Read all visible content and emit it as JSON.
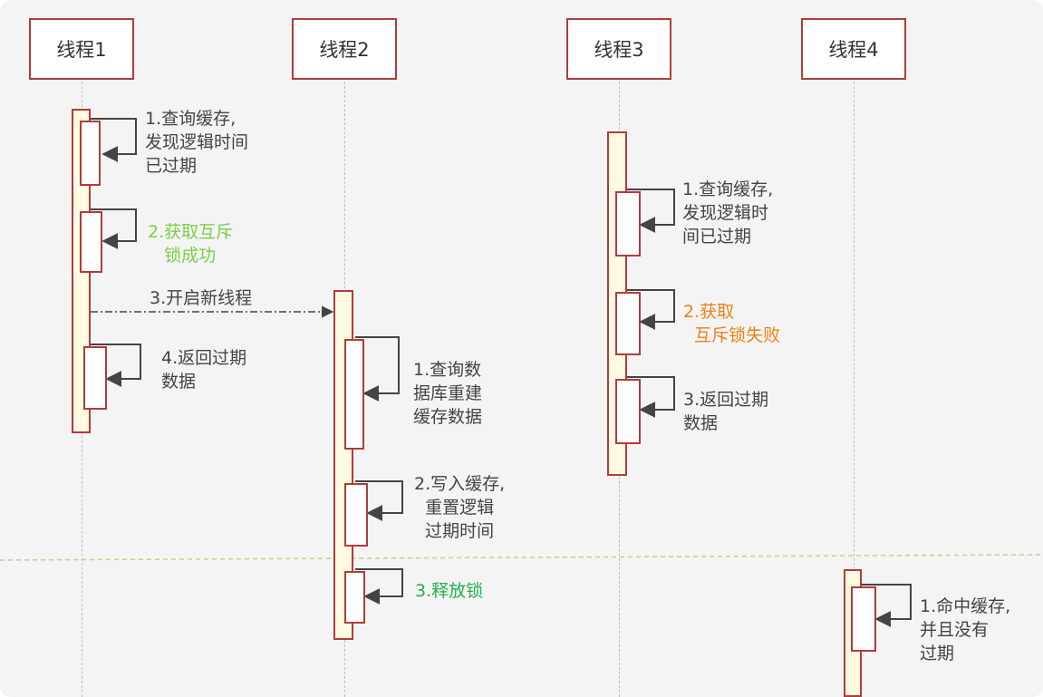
{
  "threads": [
    {
      "id": "t1",
      "label": "线程1"
    },
    {
      "id": "t2",
      "label": "线程2"
    },
    {
      "id": "t3",
      "label": "线程3"
    },
    {
      "id": "t4",
      "label": "线程4"
    }
  ],
  "thread1": {
    "step1": "1.查询缓存,\n发现逻辑时间\n已过期",
    "step2": "2.获取互斥\n   锁成功",
    "step3": "3.开启新线程",
    "step4": "4.返回过期\n数据"
  },
  "thread2": {
    "step1": "1.查询数\n据库重建\n缓存数据",
    "step2": "2.写入缓存,\n  重置逻辑\n  过期时间",
    "step3": "3.释放锁"
  },
  "thread3": {
    "step1": "1.查询缓存,\n发现逻辑时\n间已过期",
    "step2": "2.获取\n  互斥锁失败",
    "step3": "3.返回过期\n数据"
  },
  "thread4": {
    "step1": "1.命中缓存,\n并且没有\n过期"
  },
  "colors": {
    "border": "#b23b3b",
    "activation_fill": "#fffbe1",
    "success_green": "#7ccf4a",
    "release_green": "#23b04a",
    "failure_orange": "#f07f16",
    "separator": "#b7d88e",
    "arrow": "#444444"
  }
}
